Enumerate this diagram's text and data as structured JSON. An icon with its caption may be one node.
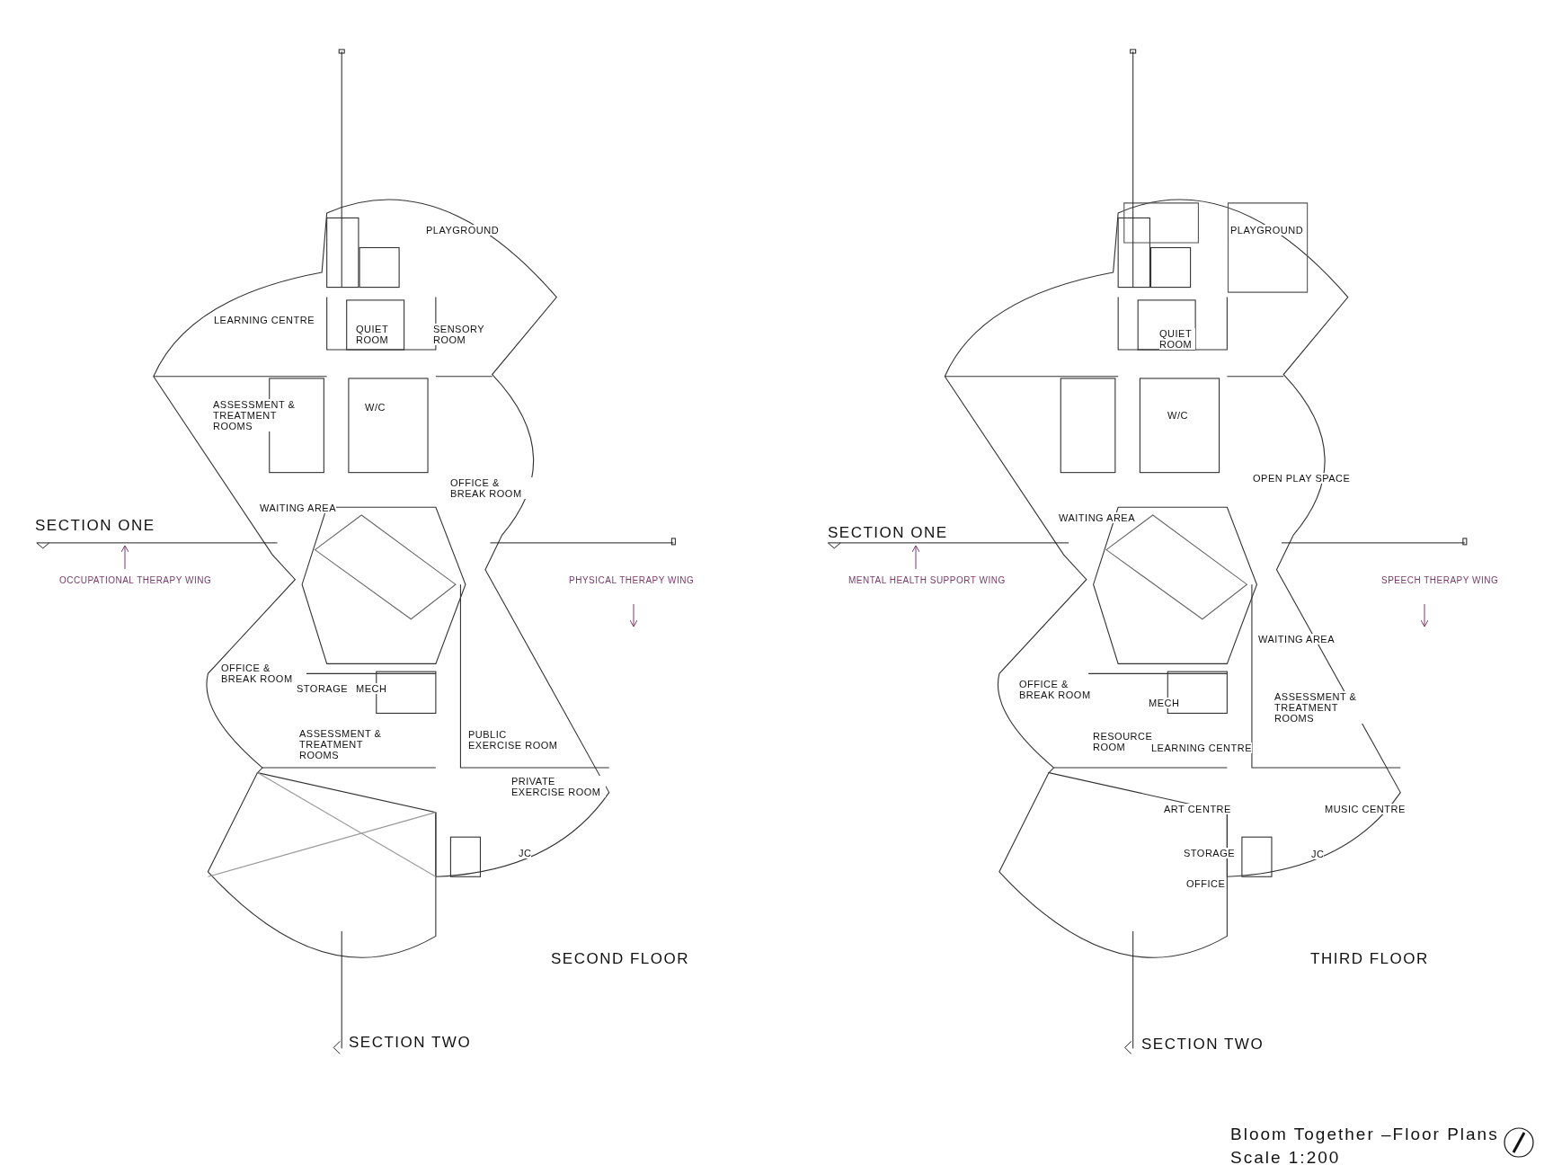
{
  "diagram": {
    "title": "Bloom Together –Floor Plans",
    "labels": [
      "PLAYGROUND",
      "LEARNING CENTRE",
      "QUIET ROOM",
      "SENSORY ROOM",
      "ASSESSMENT & TREATMENT ROOMS",
      "W/C",
      "OFFICE & BREAK ROOM",
      "WAITING AREA",
      "SECTION ONE",
      "OCCUPATIONAL THERAPY WING",
      "PHYSICAL THERAPY WING",
      "OFFICE & BREAK ROOM",
      "STORAGE",
      "MECH",
      "ASSESSMENT & TREATMENT ROOMS",
      "PUBLIC EXERCISE ROOM",
      "PRIVATE EXERCISE ROOM",
      "JC",
      "SECOND FLOOR",
      "SECTION TWO",
      "PLAYGROUND",
      "QUIET ROOM",
      "W/C",
      "OPEN PLAY SPACE",
      "WAITING AREA",
      "SECTION ONE",
      "MENTAL HEALTH SUPPORT WING",
      "SPEECH THERAPY WING",
      "WAITING AREA",
      "OFFICE & BREAK ROOM",
      "MECH",
      "ASSESSMENT & TREATMENT ROOMS",
      "RESOURCE ROOM",
      "LEARNING CENTRE",
      "ART CENTRE",
      "MUSIC CENTRE",
      "STORAGE",
      "JC",
      "OFFICE",
      "THIRD FLOOR",
      "SECTION TWO",
      "Scale 1:200"
    ]
  }
}
